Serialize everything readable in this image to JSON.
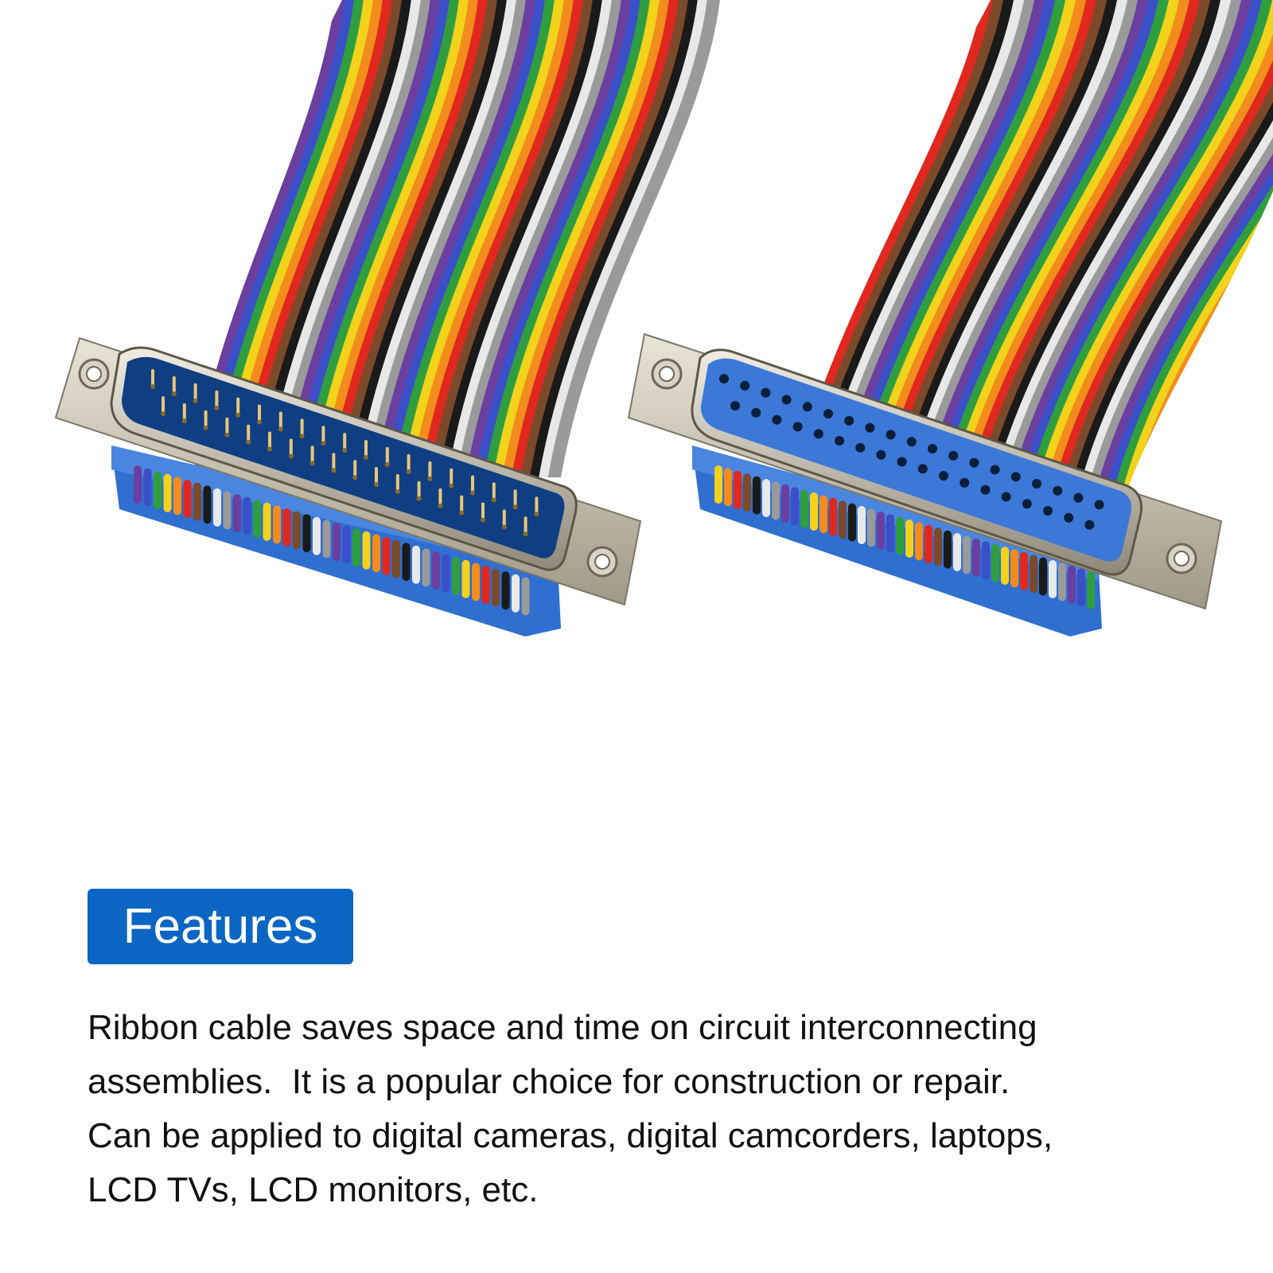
{
  "features_label": "Features",
  "description_lines": [
    "Ribbon cable saves space and time on circuit interconnecting",
    "assemblies.  It is a popular choice for construction or repair.",
    "Can be applied to digital cameras, digital camcorders, laptops,",
    "LCD TVs, LCD monitors, etc."
  ],
  "colors": {
    "badge": "#0a66c2",
    "connector_blue": "#2f6fd0",
    "shell_metal": "#c9c3b3",
    "wire_palette": [
      "#6a3fa0",
      "#3a4fc8",
      "#2f9e3f",
      "#f2d21a",
      "#f28c1c",
      "#e0281e",
      "#7a4a2a",
      "#1a1a1a",
      "#e8e8e8",
      "#9a9a9a"
    ]
  },
  "icons": {
    "male_connector": "db37-male-connector-icon",
    "female_connector": "db37-female-connector-icon",
    "ribbon": "rainbow-ribbon-cable-icon"
  }
}
